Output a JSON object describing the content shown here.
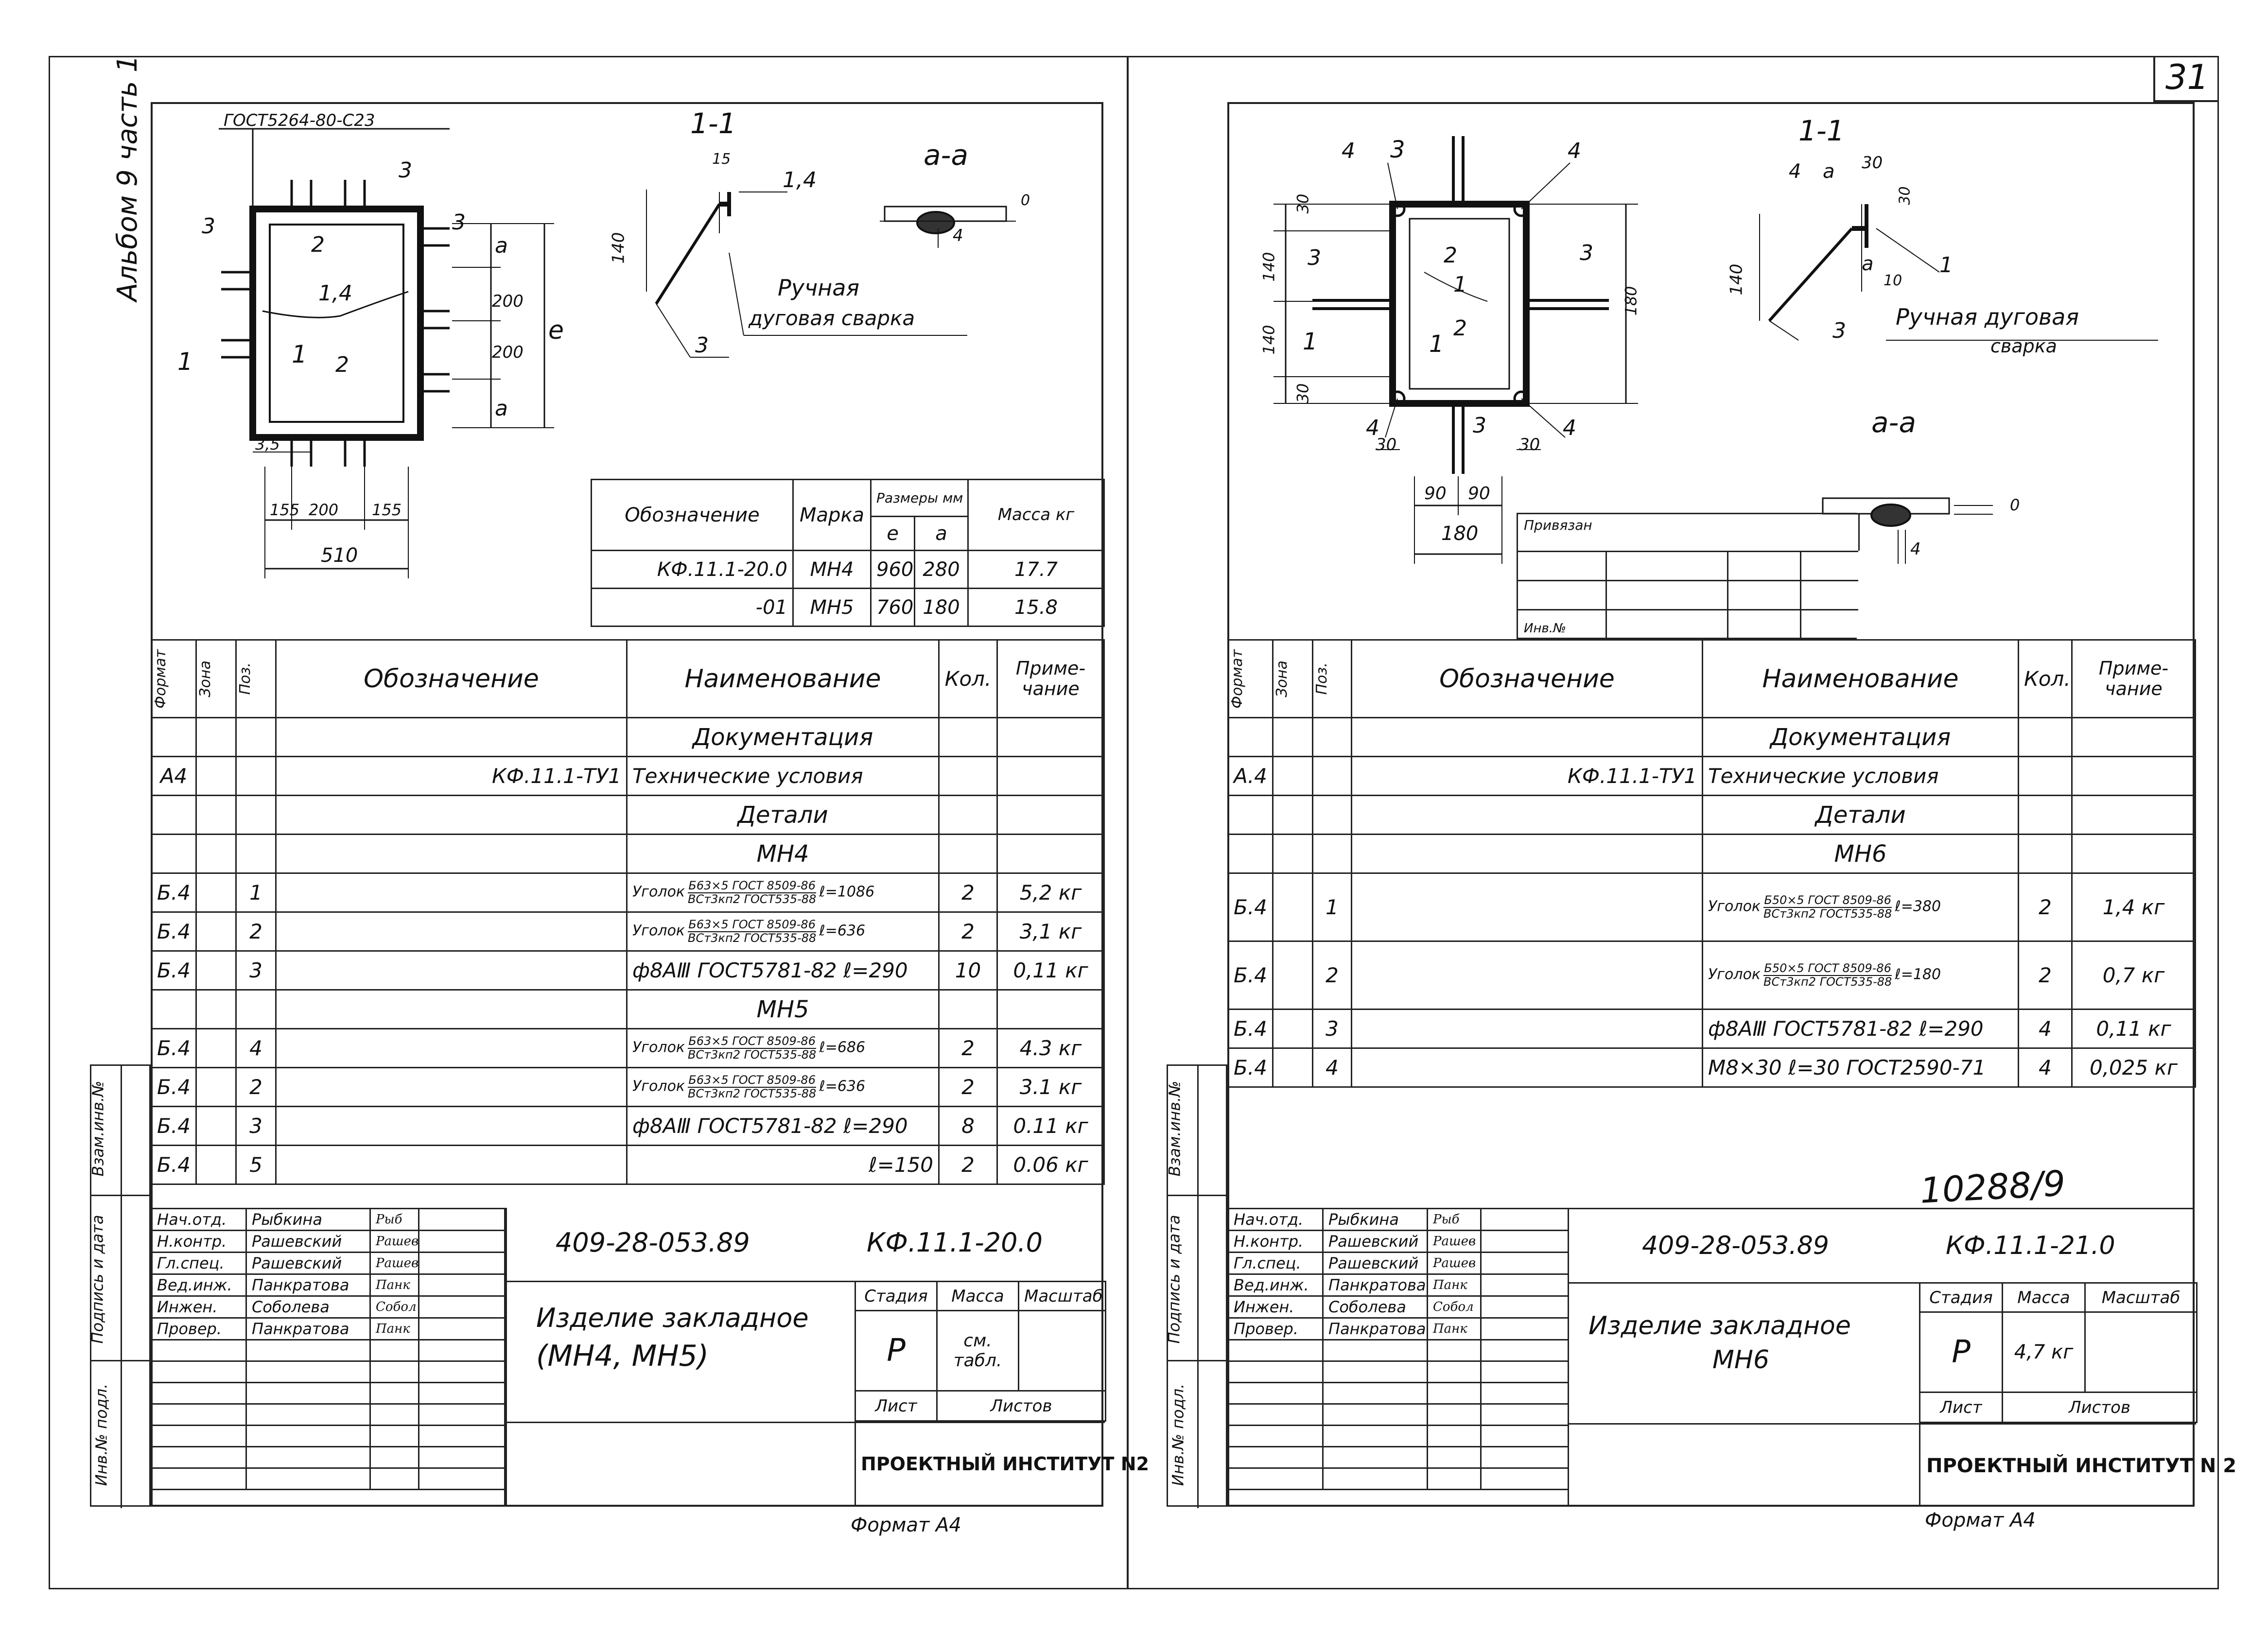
{
  "page_number": "31",
  "side_label": "Альбом 9   часть 1",
  "left_sheet": {
    "drawing_labels": {
      "weld_gost": "ГОСТ5264-80-С23",
      "section_1_1": "1-1",
      "section_a_a": "a-a",
      "weld_type_line1": "Ручная",
      "weld_type_line2": "дуговая сварка",
      "callout_1_4": "1,4",
      "callout_2": "2",
      "callout_3": "3",
      "callout_15": "15",
      "callout_0": "0",
      "callout_4": "4",
      "dim_140": "140",
      "dim_a": "a",
      "dim_200": "200",
      "dim_e": "e",
      "dim_35": "3,5",
      "dim_155a": "155",
      "dim_155b": "155",
      "dim_200b": "200",
      "dim_510": "510",
      "section_mark": "1",
      "section_mark2": "1"
    },
    "sizes_table": {
      "h_designation": "Обозначение",
      "h_mark": "Марка",
      "h_sizes": "Размеры мм",
      "h_e": "e",
      "h_a": "a",
      "h_mass": "Масса кг",
      "rows": [
        {
          "designation": "КФ.11.1-20.0",
          "mark": "МН4",
          "e": "960",
          "a": "280",
          "mass": "17.7"
        },
        {
          "designation": "-01",
          "mark": "МН5",
          "e": "760",
          "a": "180",
          "mass": "15.8"
        }
      ]
    },
    "spec_header": {
      "format": "Формат",
      "zone": "Зона",
      "pos": "Поз.",
      "designation": "Обозначение",
      "name": "Наименование",
      "qty": "Кол.",
      "note": "Приме-чание"
    },
    "spec_rows": [
      {
        "format": "",
        "pos": "",
        "designation": "",
        "name": "Документация",
        "qty": "",
        "note": "",
        "center": true
      },
      {
        "format": "А4",
        "pos": "",
        "designation": "КФ.11.1-ТУ1",
        "name": "Технические условия",
        "qty": "",
        "note": ""
      },
      {
        "format": "",
        "pos": "",
        "designation": "",
        "name": "Детали",
        "qty": "",
        "note": "",
        "center": true
      },
      {
        "format": "",
        "pos": "",
        "designation": "",
        "name": "МН4",
        "qty": "",
        "note": "",
        "center": true
      },
      {
        "format": "Б.4",
        "pos": "1",
        "designation": "",
        "name_pre": "Уголок",
        "name_num": "Б63×5 ГОСТ 8509-86",
        "name_den": "ВСт3кп2 ГОСТ535-88",
        "name_post": "ℓ=1086",
        "qty": "2",
        "note": "5,2 кг"
      },
      {
        "format": "Б.4",
        "pos": "2",
        "designation": "",
        "name_pre": "Уголок",
        "name_num": "Б63×5 ГОСТ 8509-86",
        "name_den": "ВСт3кп2 ГОСТ535-88",
        "name_post": "ℓ=636",
        "qty": "2",
        "note": "3,1 кг"
      },
      {
        "format": "Б.4",
        "pos": "3",
        "designation": "",
        "name": "ф8АⅢ ГОСТ5781-82  ℓ=290",
        "qty": "10",
        "note": "0,11 кг"
      },
      {
        "format": "",
        "pos": "",
        "designation": "",
        "name": "МН5",
        "qty": "",
        "note": "",
        "center": true
      },
      {
        "format": "Б.4",
        "pos": "4",
        "designation": "",
        "name_pre": "Уголок",
        "name_num": "Б63×5 ГОСТ 8509-86",
        "name_den": "ВСт3кп2 ГОСТ535-88",
        "name_post": "ℓ=686",
        "qty": "2",
        "note": "4.3 кг"
      },
      {
        "format": "Б.4",
        "pos": "2",
        "designation": "",
        "name_pre": "Уголок",
        "name_num": "Б63×5 ГОСТ 8509-86",
        "name_den": "ВСт3кп2 ГОСТ535-88",
        "name_post": "ℓ=636",
        "qty": "2",
        "note": "3.1 кг"
      },
      {
        "format": "Б.4",
        "pos": "3",
        "designation": "",
        "name": "ф8АⅢ ГОСТ5781-82   ℓ=290",
        "qty": "8",
        "note": "0.11 кг"
      },
      {
        "format": "Б.4",
        "pos": "5",
        "designation": "",
        "name": "ℓ=150",
        "name_align": "right",
        "qty": "2",
        "note": "0.06 кг"
      }
    ],
    "title_block": {
      "roles": [
        "Нач.отд.",
        "Н.контр.",
        "Гл.спец.",
        "Вед.инж.",
        "Инжен.",
        "Провер."
      ],
      "names": [
        "Рыбкина",
        "Рашевский",
        "Рашевский",
        "Панкратова",
        "Соболева",
        "Панкратова"
      ],
      "signatures": [
        "Рыб",
        "Рашев",
        "Рашев",
        "Панк",
        "Собол",
        "Панк"
      ],
      "doc_code": "409-28-053.89",
      "sheet_code": "КФ.11.1-20.0",
      "title_line1": "Изделие закладное",
      "title_line2": "(МН4, МН5)",
      "h_stage": "Стадия",
      "h_mass": "Масса",
      "h_scale": "Масштаб",
      "stage": "Р",
      "mass": "см. табл.",
      "scale": "",
      "h_sheet": "Лист",
      "h_sheets": "Листов",
      "institute": "ПРОЕКТНЫЙ ИНСТИТУТ N2"
    },
    "left_stamp_labels": [
      "Взам.инв.№",
      "Подпись и дата",
      "Инв.№ подл."
    ],
    "format_label": "Формат А4"
  },
  "right_sheet": {
    "drawing_labels": {
      "section_1_1": "1-1",
      "section_a_a": "a-a",
      "weld_type_line1": "Ручная дуговая",
      "weld_type_line2": "сварка",
      "callout_4a": "4",
      "callout_3a": "3",
      "callout_4b": "4",
      "callout_2": "2",
      "callout_1": "1",
      "callout_3b": "3",
      "callout_3c": "3",
      "callout_4c": "4",
      "callout_4d": "4",
      "callout_3d": "3",
      "callout_2b": "2",
      "sec_a": "a",
      "sec_4": "4",
      "sec_30": "30",
      "sec_10": "10",
      "sec_1": "1",
      "sec_30b": "30",
      "sec_3": "3",
      "dim_30a": "30",
      "dim_140a": "140",
      "dim_140b": "140",
      "dim_30b": "30",
      "dim_180": "180",
      "dim_140s": "140",
      "dim_30c": "30",
      "dim_30d": "30",
      "dim_90a": "90",
      "dim_90b": "90",
      "dim_180b": "180",
      "dim_0": "0",
      "dim_4": "4",
      "section_mark": "1",
      "section_mark2": "1"
    },
    "privyazan_label": "Привязан",
    "inv_label": "Инв.№",
    "spec_header": {
      "format": "Формат",
      "zone": "Зона",
      "pos": "Поз.",
      "designation": "Обозначение",
      "name": "Наименование",
      "qty": "Кол.",
      "note": "Приме-чание"
    },
    "spec_rows": [
      {
        "format": "",
        "pos": "",
        "designation": "",
        "name": "Документация",
        "qty": "",
        "note": "",
        "center": true
      },
      {
        "format": "А.4",
        "pos": "",
        "designation": "КФ.11.1-ТУ1",
        "name": "Технические условия",
        "qty": "",
        "note": ""
      },
      {
        "format": "",
        "pos": "",
        "designation": "",
        "name": "Детали",
        "qty": "",
        "note": "",
        "center": true
      },
      {
        "format": "",
        "pos": "",
        "designation": "",
        "name": "МН6",
        "qty": "",
        "note": "",
        "center": true
      },
      {
        "format": "Б.4",
        "pos": "1",
        "designation": "",
        "name_pre": "Уголок",
        "name_num": "Б50×5 ГОСТ 8509-86",
        "name_den": "ВСт3кп2 ГОСТ535-88",
        "name_post": "ℓ=380",
        "qty": "2",
        "note": "1,4 кг",
        "tall": true
      },
      {
        "format": "Б.4",
        "pos": "2",
        "designation": "",
        "name_pre": "Уголок",
        "name_num": "Б50×5 ГОСТ 8509-86",
        "name_den": "ВСт3кп2 ГОСТ535-88",
        "name_post": "ℓ=180",
        "qty": "2",
        "note": "0,7 кг",
        "tall": true
      },
      {
        "format": "Б.4",
        "pos": "3",
        "designation": "",
        "name": "ф8АⅢ ГОСТ5781-82  ℓ=290",
        "qty": "4",
        "note": "0,11 кг"
      },
      {
        "format": "Б.4",
        "pos": "4",
        "designation": "",
        "name": "М8×30 ℓ=30 ГОСТ2590-71",
        "qty": "4",
        "note": "0,025 кг"
      }
    ],
    "order_number": "10288/9",
    "title_block": {
      "roles": [
        "Нач.отд.",
        "Н.контр.",
        "Гл.спец.",
        "Вед.инж.",
        "Инжен.",
        "Провер."
      ],
      "names": [
        "Рыбкина",
        "Рашевский",
        "Рашевский",
        "Панкратова",
        "Соболева",
        "Панкратова"
      ],
      "signatures": [
        "Рыб",
        "Рашев",
        "Рашев",
        "Панк",
        "Собол",
        "Панк"
      ],
      "doc_code": "409-28-053.89",
      "sheet_code": "КФ.11.1-21.0",
      "title_line1": "Изделие закладное",
      "title_line2": "МН6",
      "h_stage": "Стадия",
      "h_mass": "Масса",
      "h_scale": "Масштаб",
      "stage": "Р",
      "mass": "4,7 кг",
      "scale": "",
      "h_sheet": "Лист",
      "h_sheets": "Листов",
      "institute": "ПРОЕКТНЫЙ ИНСТИТУТ N 2"
    },
    "left_stamp_labels": [
      "Взам.инв.№",
      "Подпись и дата",
      "Инв.№ подл."
    ],
    "format_label": "Формат А4"
  }
}
